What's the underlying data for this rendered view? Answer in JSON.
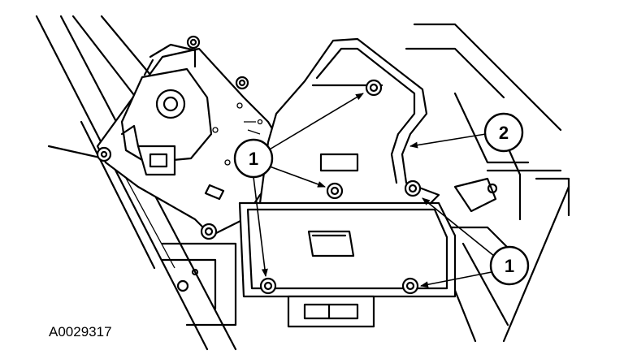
{
  "figure": {
    "id_label": "A0029317",
    "callouts": [
      {
        "number": "1"
      },
      {
        "number": "2"
      },
      {
        "number": "1"
      }
    ]
  },
  "colors": {
    "ink": "#000000",
    "background": "#ffffff"
  }
}
